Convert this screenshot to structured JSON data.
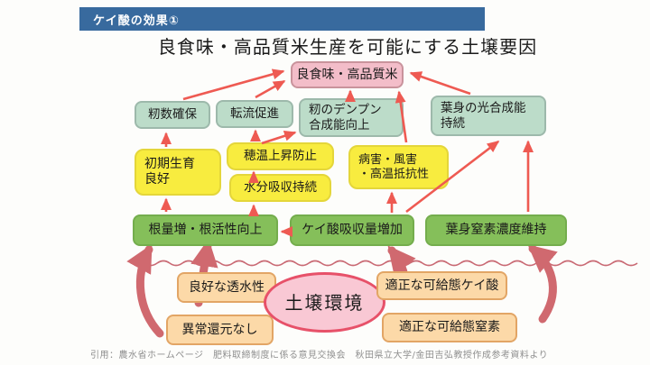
{
  "palette": {
    "header_blue": "#386a9e",
    "box_pink": "#f3bdc9",
    "box_light_green": "#bcdcc9",
    "box_yellow": "#f8ec3f",
    "box_dark_green": "#85bf5a",
    "box_peach": "#fcd9a8",
    "ellipse_pink": "#f9c8d4",
    "ellipse_border": "#e75169",
    "arrow_thin_red": "#ee5a52",
    "arrow_thick_salmon": "#d0696f",
    "wavy_line": "#c96a74"
  },
  "header": {
    "label": "ケイ酸の効果①"
  },
  "title": "良食味・高品質米生産を可能にする土壌要因",
  "diagram": {
    "nodes": {
      "quality_rice": {
        "label": "良食味・高品質米"
      },
      "grain_count": {
        "label": "籾数確保"
      },
      "translocation": {
        "label": "転流促進"
      },
      "starch_synthesis": {
        "label": "籾のデンプン\n合成能向上"
      },
      "photosynthesis": {
        "label": "葉身の光合成能\n持続"
      },
      "early_growth": {
        "label": "初期生育\n良好"
      },
      "panicle_temp": {
        "label": "穂温上昇防止"
      },
      "water_absorption": {
        "label": "水分吸収持続"
      },
      "stress_resistance": {
        "label": "病害・風害\n・高温抵抗性"
      },
      "root_growth": {
        "label": "根量増・根活性向上"
      },
      "silica_uptake": {
        "label": "ケイ酸吸収量増加"
      },
      "leaf_nitrogen": {
        "label": "葉身窒素濃度維持"
      },
      "permeability": {
        "label": "良好な透水性"
      },
      "no_abnormal_reduction": {
        "label": "異常還元なし"
      },
      "soil_environment": {
        "label": "土壌環境"
      },
      "available_silica": {
        "label": "適正な可給態ケイ酸"
      },
      "available_nitrogen": {
        "label": "適正な可給態窒素"
      }
    }
  },
  "footer": {
    "citation": "引用：農水省ホームページ　肥料取締制度に係る意見交換会　秋田県立大学/金田吉弘教授作成参考資料より"
  }
}
